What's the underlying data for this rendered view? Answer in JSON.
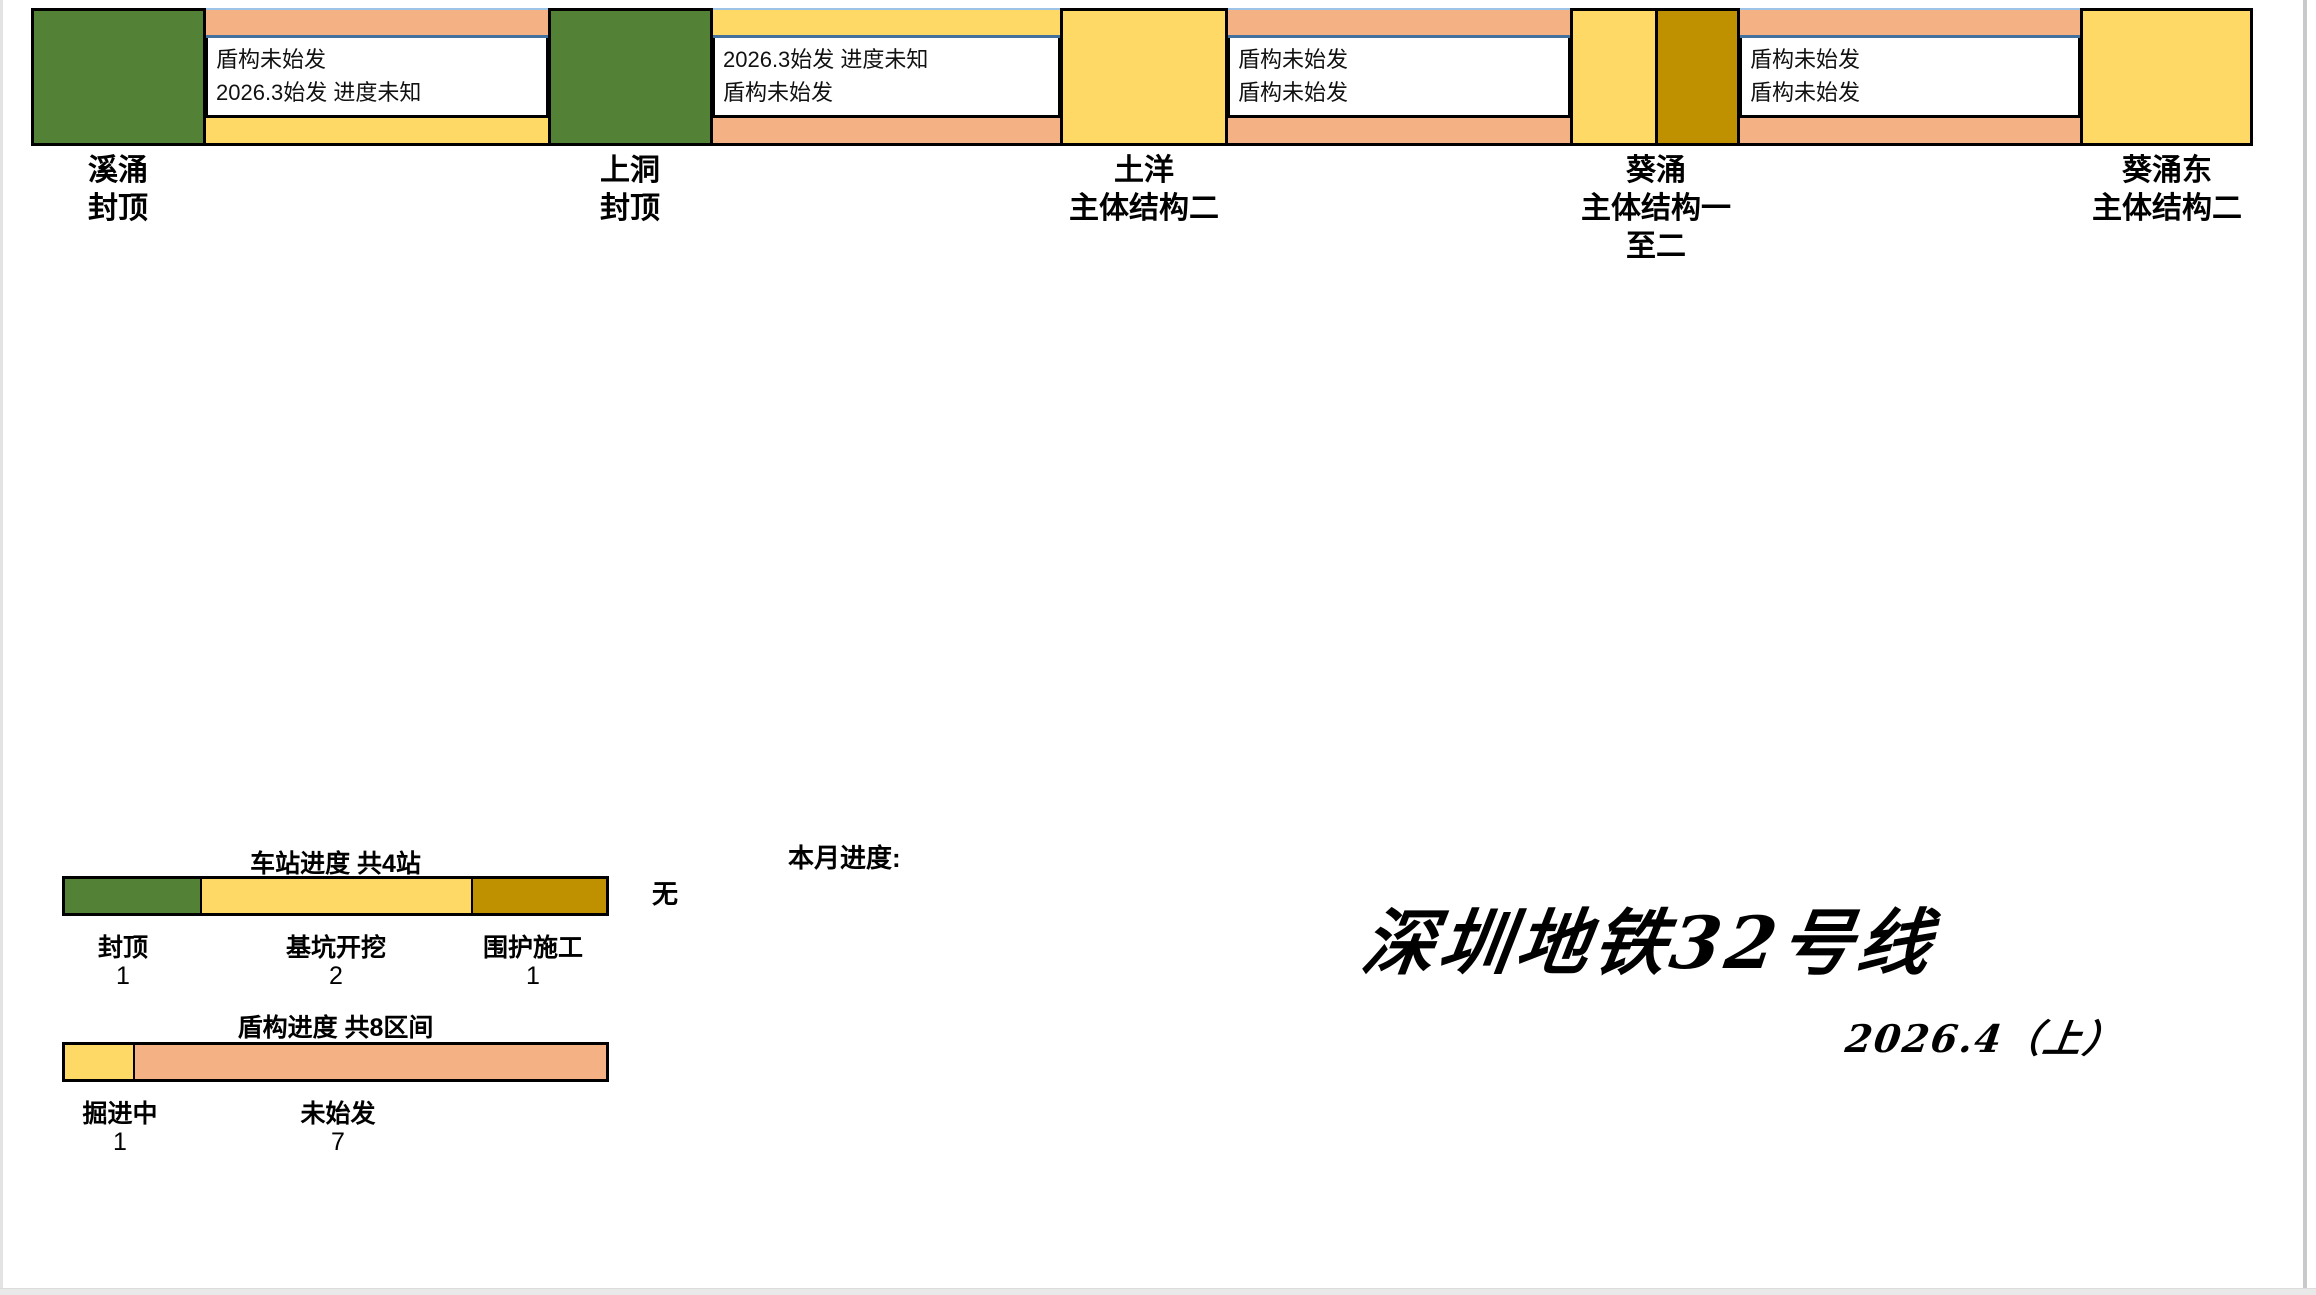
{
  "app": {
    "title": "深圳地铁32号线",
    "subtitle": "2026.4（上）"
  },
  "colors": {
    "topped_out": "#538135",
    "excavation": "#ffd966",
    "retaining": "#bf9000",
    "not_launched": "#f4b183",
    "tunneling": "#ffd966",
    "frame_blue_light": "#9dc3e6",
    "frame_blue": "#41719c"
  },
  "line_map": {
    "stations": [
      {
        "name": "溪涌",
        "status": "封顶",
        "state": "topped_out"
      },
      {
        "name": "上洞",
        "status": "封顶",
        "state": "topped_out"
      },
      {
        "name": "土洋",
        "status": "主体结构二",
        "state": "excavation"
      },
      {
        "name": "葵涌",
        "status": "主体结构一",
        "status2": "至二",
        "state": "excavation",
        "state2": "retaining"
      },
      {
        "name": "葵涌东",
        "status": "主体结构二",
        "state": "excavation"
      }
    ],
    "segments": [
      {
        "up_state": "not_launched",
        "down_state": "tunneling",
        "lines": [
          "盾构未始发",
          "2026.3始发 进度未知"
        ]
      },
      {
        "up_state": "tunneling",
        "down_state": "not_launched",
        "lines": [
          "2026.3始发 进度未知",
          "盾构未始发"
        ]
      },
      {
        "up_state": "not_launched",
        "down_state": "not_launched",
        "lines": [
          "盾构未始发",
          "盾构未始发"
        ]
      },
      {
        "up_state": "not_launched",
        "down_state": "not_launched",
        "lines": [
          "盾构未始发",
          "盾构未始发"
        ]
      }
    ]
  },
  "legends": {
    "station": {
      "title": "车站进度 共4站",
      "items": [
        {
          "label": "封顶",
          "count": "1",
          "state": "topped_out"
        },
        {
          "label": "基坑开挖",
          "count": "2",
          "state": "excavation"
        },
        {
          "label": "围护施工",
          "count": "1",
          "state": "retaining"
        }
      ]
    },
    "shield": {
      "title": "盾构进度 共8区间",
      "items": [
        {
          "label": "掘进中",
          "count": "1",
          "state": "tunneling"
        },
        {
          "label": "未始发",
          "count": "7",
          "state": "not_launched"
        }
      ]
    }
  },
  "notes": {
    "monthly_label": "本月进度:",
    "monthly_value": "无"
  }
}
